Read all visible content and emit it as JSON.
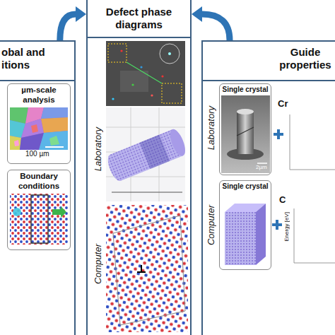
{
  "diagram": {
    "nodes": [
      {
        "text": [
          "obal and itions"
        ]
      },
      {
        "text": [
          "µm-scale analysis"
        ],
        "in": 0
      },
      {
        "text": [
          "Boundary conditions"
        ],
        "in": 0
      },
      {
        "text": [
          "Defect phase diagrams"
        ]
      },
      {
        "text": [
          "Guide properties"
        ]
      },
      {
        "text": [
          "Single crystal"
        ],
        "in": 4
      },
      {
        "text": [
          "Single crystal"
        ],
        "in": 4
      }
    ],
    "edges": [
      {
        "from": 0,
        "to": 3,
        "arrow": "to"
      },
      {
        "from": 4,
        "to": 3,
        "arrow": "to"
      }
    ],
    "labels": [
      "100 µm",
      "Laboratory",
      "Computer",
      "Laboratory",
      "Computer",
      "2µm",
      "Cr",
      "C",
      "Energy [eV]"
    ]
  }
}
